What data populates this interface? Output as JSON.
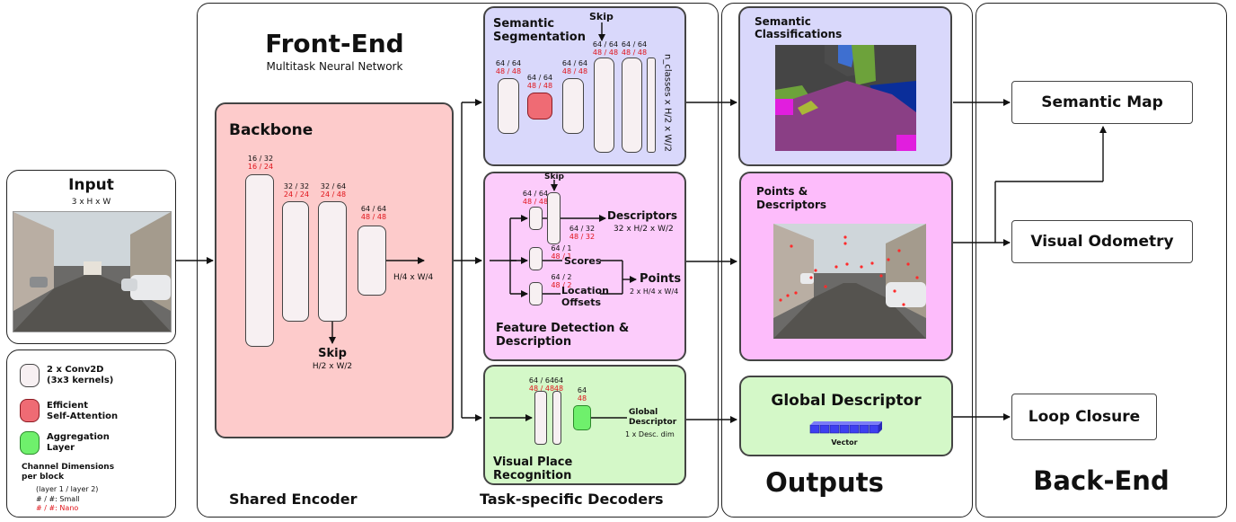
{
  "input": {
    "title": "Input",
    "dims": "3 x H x W"
  },
  "legend": {
    "conv_label": "2 x Conv2D\n(3x3 kernels)",
    "attention_label": "Efficient\nSelf-Attention",
    "aggregation_label": "Aggregation\nLayer",
    "channel_title": "Channel Dimensions\nper block",
    "channel_format": "(layer 1 / layer 2)",
    "small": "# / #: Small",
    "nano": "# / #: Nano"
  },
  "front_end": {
    "title": "Front-End",
    "subtitle": "Multitask Neural Network"
  },
  "backbone": {
    "title": "Backbone",
    "blocks": [
      {
        "small": "16 / 32",
        "nano": "16 / 24"
      },
      {
        "small": "32 / 32",
        "nano": "24 / 24"
      },
      {
        "small": "32 / 64",
        "nano": "24 / 48"
      },
      {
        "small": "64 / 64",
        "nano": "48 / 48"
      }
    ],
    "output_dims": "H/4 x W/4",
    "skip_label": "Skip",
    "skip_dims": "H/2 x W/2"
  },
  "shared_encoder_label": "Shared Encoder",
  "decoders_label": "Task-specific Decoders",
  "semantic_decoder": {
    "title": "Semantic\nSegmentation",
    "skip": "Skip",
    "blocks": [
      {
        "small": "64 / 64",
        "nano": "48 / 48"
      },
      {
        "small": "64 / 64",
        "nano": "48 / 48"
      },
      {
        "small": "64 / 64",
        "nano": "48 / 48"
      },
      {
        "small": "64 / 64",
        "nano": "48 / 48"
      },
      {
        "small": "64 / 64",
        "nano": "48 / 48"
      }
    ],
    "output_dims": "n_classes x H/2 x W/2"
  },
  "feature_decoder": {
    "title": "Feature Detection &\nDescription",
    "skip": "Skip",
    "blocks": [
      {
        "small": "64 / 64",
        "nano": "48 / 48"
      },
      {
        "small": "64 / 32",
        "nano": "48 / 32"
      },
      {
        "small": "64 / 1",
        "nano": "48 / 1"
      },
      {
        "small": "64 / 2",
        "nano": "48 / 2"
      }
    ],
    "descriptors": "Descriptors",
    "descriptors_dims": "32 x H/2 x W/2",
    "scores": "Scores",
    "points": "Points",
    "points_dims": "2 x H/4 x W/4",
    "location_offsets": "Location\nOffsets"
  },
  "vpr_decoder": {
    "title": "Visual Place\nRecognition",
    "blocks": [
      {
        "small": "64 / 64",
        "nano": "48 / 48"
      },
      {
        "small": "64",
        "nano": "48"
      }
    ],
    "agg": {
      "small": "64",
      "nano": "48"
    },
    "global_descriptor": "Global\nDescriptor",
    "desc_dims": "1 x Desc. dim"
  },
  "outputs": {
    "title": "Outputs",
    "semantic": "Semantic\nClassifications",
    "points": "Points &\nDescriptors",
    "global": "Global Descriptor",
    "vector": "Vector"
  },
  "back_end": {
    "title": "Back-End",
    "semantic_map": "Semantic Map",
    "visual_odometry": "Visual Odometry",
    "loop_closure": "Loop Closure"
  },
  "colors": {
    "backbone": "#fdcbcb",
    "semantic": "#d9d8fb",
    "feature": "#fcccfb",
    "vpr": "#d4f8c8",
    "attention": "#ef6b74",
    "aggregation": "#6ff06c",
    "nano": "#e0141a"
  }
}
